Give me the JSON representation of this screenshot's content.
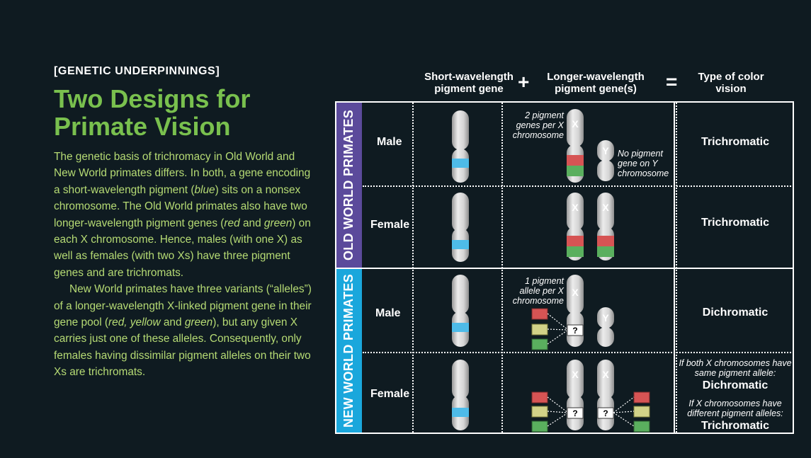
{
  "kicker": "[GENETIC UNDERPINNINGS]",
  "title_line1": "Two Designs for",
  "title_line2": "Primate Vision",
  "paragraph1": [
    "The genetic basis of trichromacy in Old World and New World primates differs. In both, a gene encoding a short-wavelength pigment (",
    "blue",
    ") sits on a nonsex chromosome. The Old World primates also have two longer-wavelength pigment genes (",
    "red",
    " and ",
    "green",
    ") on each X chromosome. Hence, males (with one X) as well as females (with two Xs) have three pigment genes and are trichromats."
  ],
  "paragraph2": [
    "New World primates have three variants (“alleles”) of a longer-wavelength X-linked pigment gene in their gene pool (",
    "red, yellow",
    " and ",
    "green",
    "), but any given X carries just one of these alleles. Consequently, only females having dissimilar pigment alleles on their two Xs are trichromats."
  ],
  "headers": {
    "short": "Short-wavelength pigment gene",
    "plus": "+",
    "longer": "Longer-wavelength pigment gene(s)",
    "equals": "=",
    "type": "Type of color vision"
  },
  "groups": {
    "old": "OLD WORLD PRIMATES",
    "new": "NEW WORLD PRIMATES"
  },
  "rows": {
    "ow_male": "Male",
    "ow_female": "Female",
    "nw_male": "Male",
    "nw_female": "Female"
  },
  "results": {
    "ow_male": "Trichromatic",
    "ow_female": "Trichromatic",
    "nw_male": "Dichromatic",
    "nw_female_note1": "If both X chromosomes have same pigment allele:",
    "nw_female_result1": "Dichromatic",
    "nw_female_note2": "If X chromosomes have different pigment alleles:",
    "nw_female_result2": "Trichromatic"
  },
  "annotations": {
    "two_genes": "2 pigment genes per X chromosome",
    "no_gene_y": "No pigment gene on Y chromosome",
    "one_allele": "1 pigment allele per X chromosome"
  },
  "chromosome_letters": {
    "x": "X",
    "y": "Y",
    "unknown": "?"
  },
  "colors": {
    "background": "#0f1b21",
    "title_green": "#79c04e",
    "body_green": "#b6db74",
    "old_world_band": "#5b4a9b",
    "new_world_band": "#1aa7dc",
    "blue_pigment": "#4ebbe8",
    "red_pigment": "#d65454",
    "green_pigment": "#5aaf5e",
    "yellow_pigment": "#d2d288",
    "chromosome": "#d6d6d6"
  }
}
